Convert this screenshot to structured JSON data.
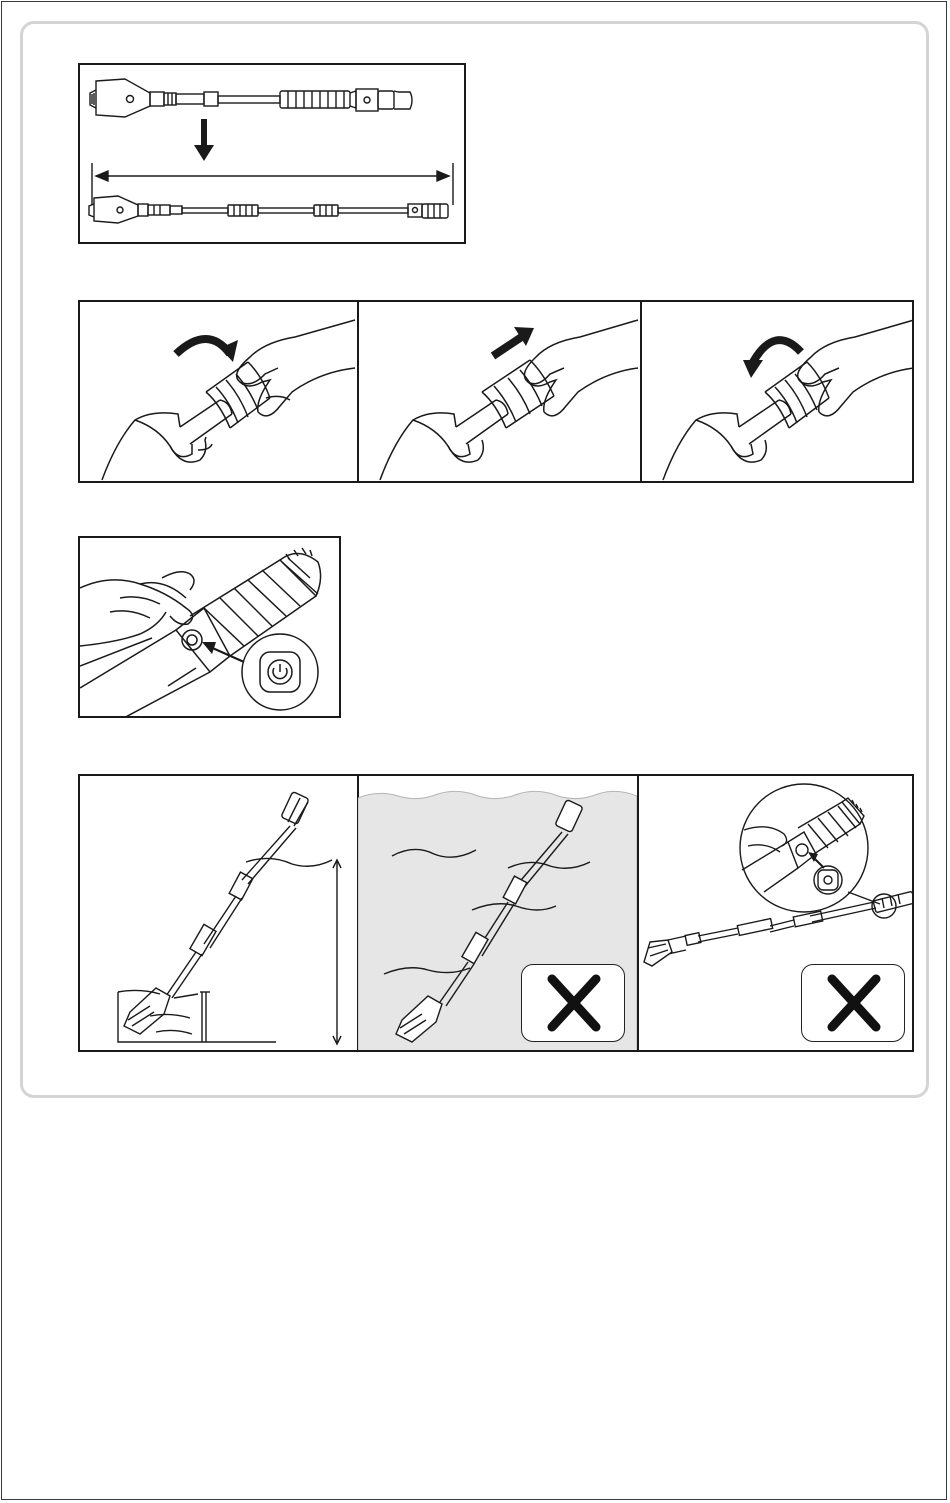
{
  "document": {
    "type": "instruction-illustrations",
    "figures": [
      {
        "id": "fig-1",
        "content": "pole-extension-diagram"
      },
      {
        "id": "fig-2",
        "content": "twist-lock-sequence",
        "steps": 3
      },
      {
        "id": "fig-3",
        "content": "power-button-press"
      },
      {
        "id": "fig-4",
        "content": "water-usage-depth",
        "panels": 3
      }
    ]
  },
  "colors": {
    "line": "#1a1a1a",
    "panel_border": "#d4d4d4",
    "water_fill": "#e6e6e6",
    "page_border": "#3a3a3a"
  },
  "icons": {
    "down_arrow": "arrow-down-icon",
    "rotate_cw": "rotate-clockwise-icon",
    "push": "arrow-up-right-icon",
    "rotate_ccw": "rotate-counterclockwise-icon",
    "power": "power-icon",
    "prohibited": "cross-icon"
  }
}
